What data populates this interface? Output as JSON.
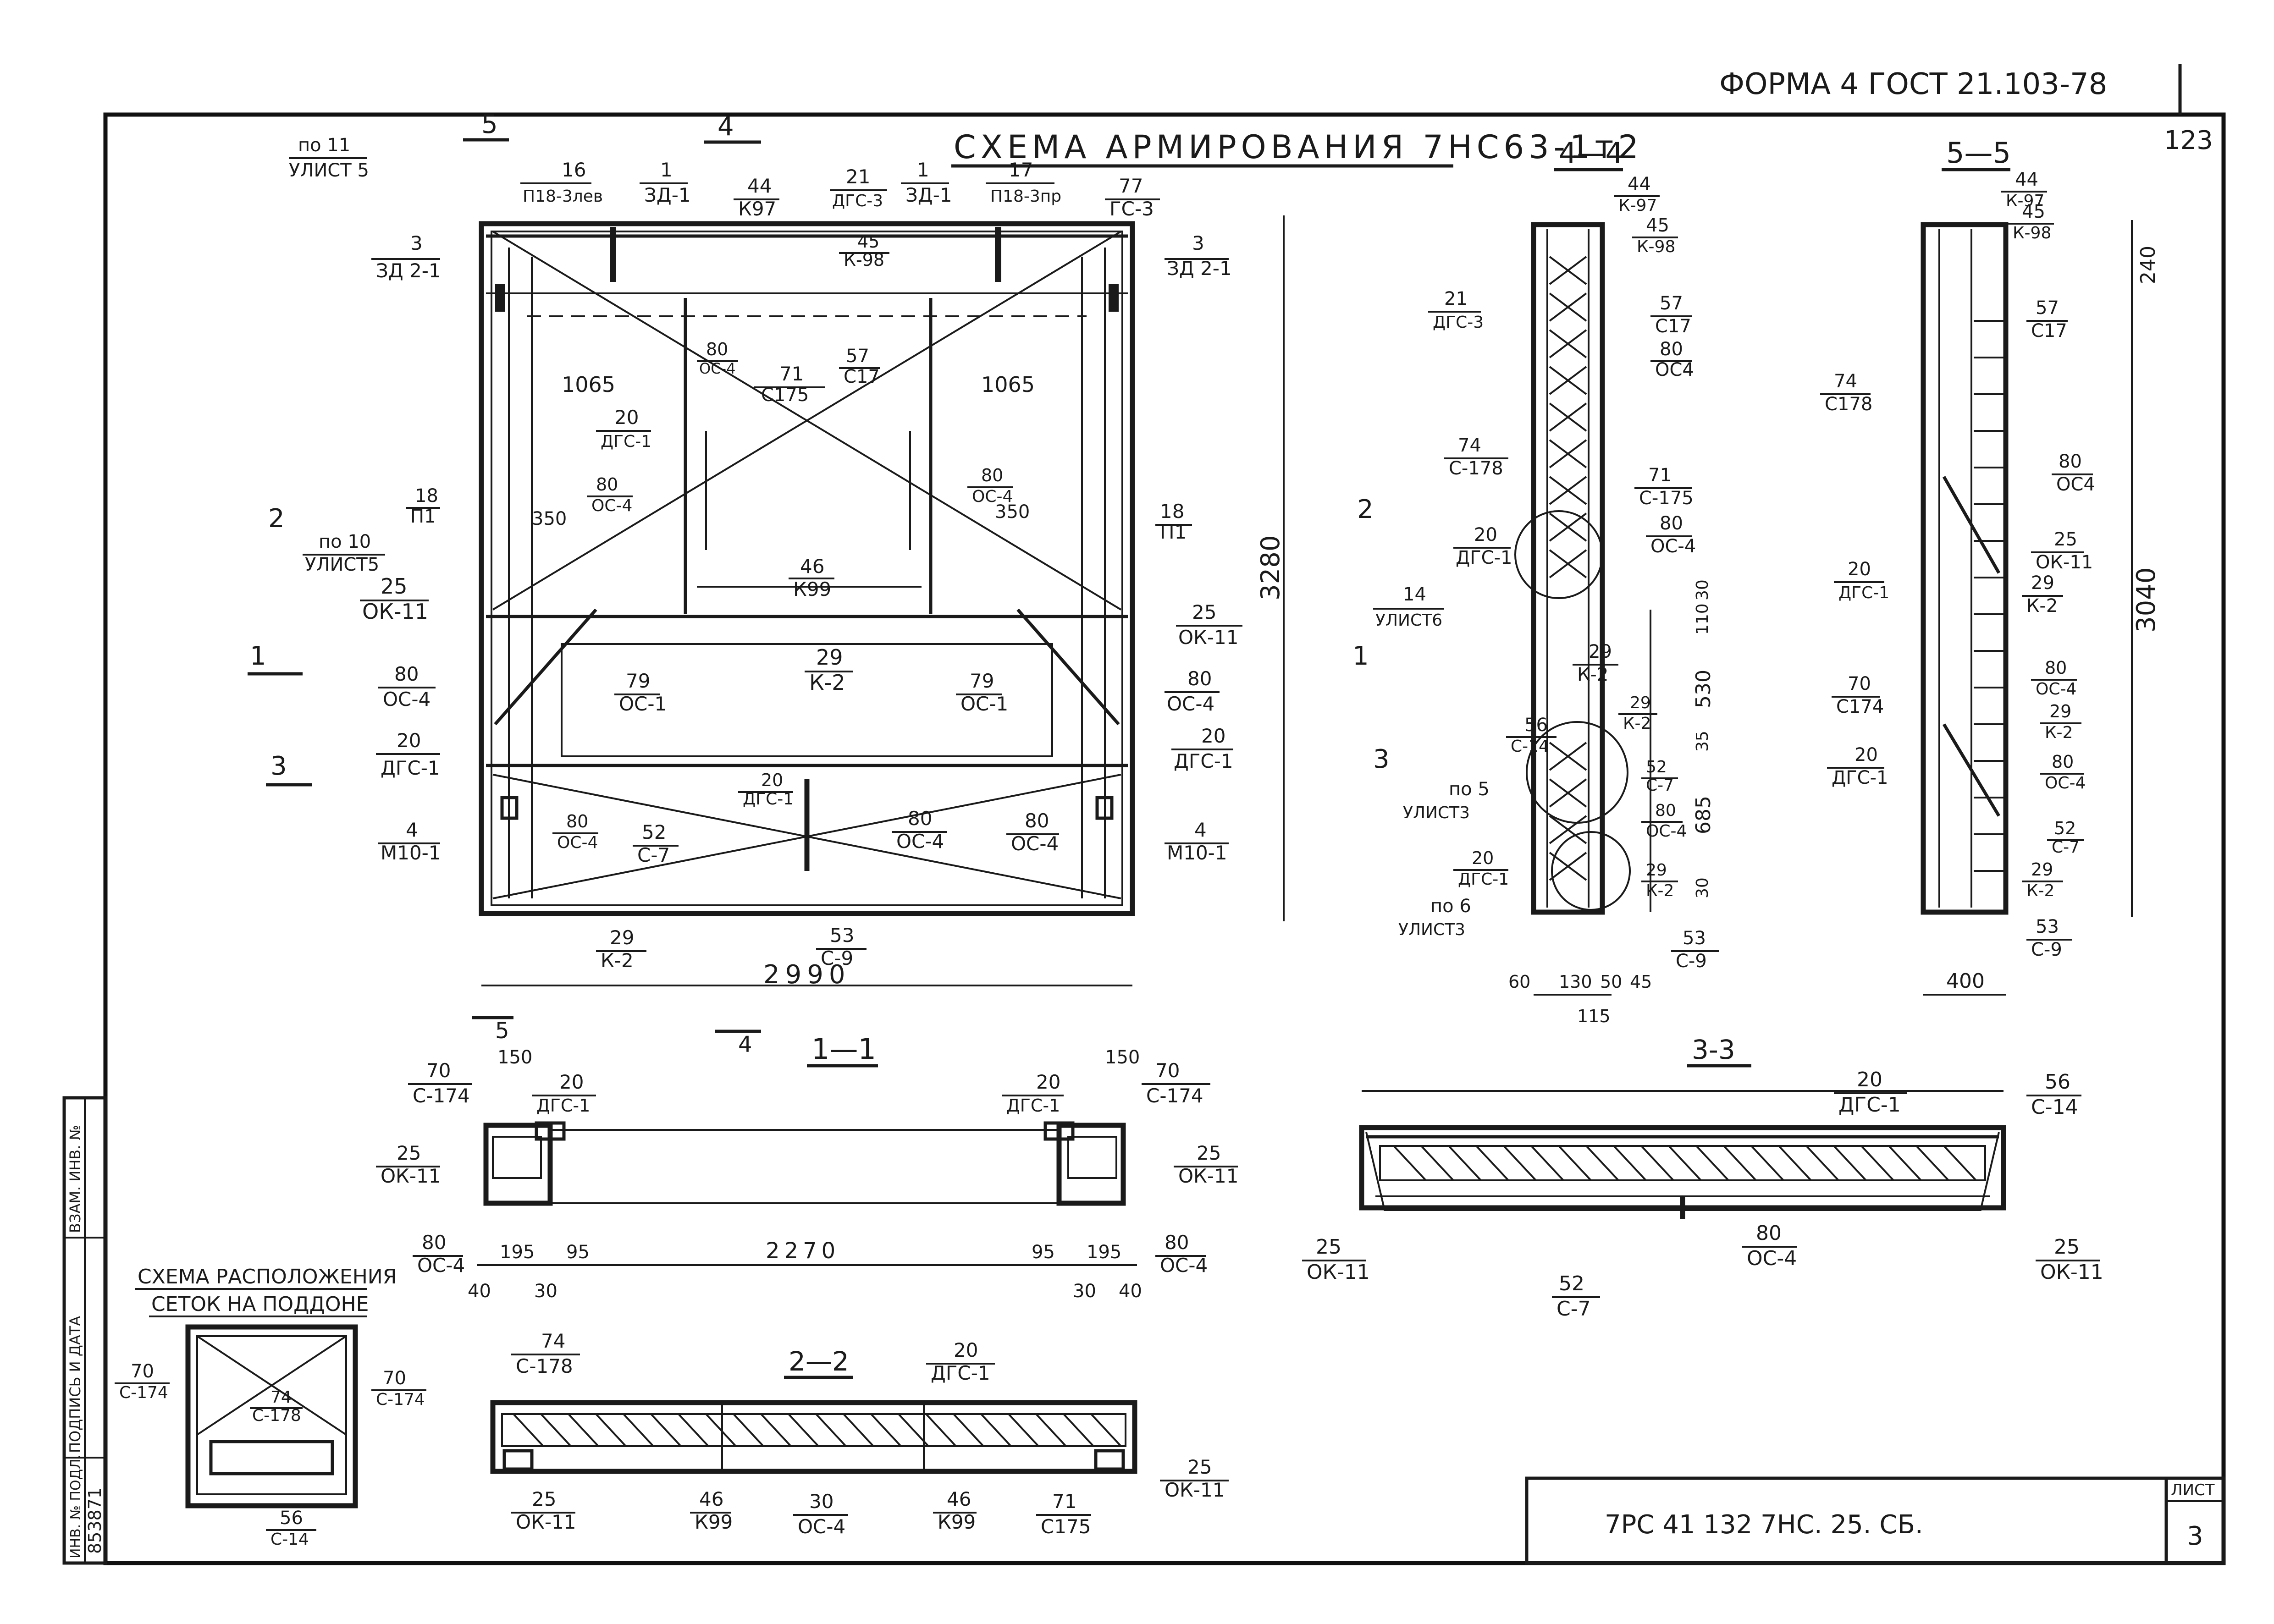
{
  "header": {
    "form_label": "ФОРМА 4 ГОСТ 21.103-78",
    "page_number": "123",
    "main_title": "СХЕМА АРМИРОВАНИЯ 7НС63-1т2"
  },
  "main_view": {
    "cut_marks": {
      "top_left": "5",
      "top_right": "4",
      "bottom_left": "5",
      "bottom_right": "4",
      "left_2": "2",
      "left_1": "1",
      "left_3": "3"
    },
    "refs": {
      "po11_a": "по 11",
      "po11_b": "УЛИСТ 5",
      "po10_a": "по 10",
      "po10_b": "УЛИСТ5"
    },
    "labels": [
      {
        "num": "16",
        "code": "П18-3лев"
      },
      {
        "num": "1",
        "code": "ЗД-1"
      },
      {
        "num": "44",
        "code": "К97"
      },
      {
        "num": "21",
        "code": "ДГС-3"
      },
      {
        "num": "1",
        "code": "ЗД-1"
      },
      {
        "num": "17",
        "code": "П18-3пр"
      },
      {
        "num": "77",
        "code": "ГС-3"
      },
      {
        "num": "45",
        "code": "К-98"
      },
      {
        "num": "3",
        "code": "ЗД 2-1"
      },
      {
        "num": "3",
        "code": "ЗД 2-1"
      },
      {
        "num": "80",
        "code": "ОС-4"
      },
      {
        "num": "57",
        "code": "С17"
      },
      {
        "num": "71",
        "code": "С175"
      },
      {
        "num": "20",
        "code": "ДГС-1"
      },
      {
        "num": "80",
        "code": "ОС-4"
      },
      {
        "num": "80",
        "code": "ОС-4"
      },
      {
        "num": "18",
        "code": "П1"
      },
      {
        "num": "18",
        "code": "П1"
      },
      {
        "num": "25",
        "code": "ОК-11"
      },
      {
        "num": "46",
        "code": "К99"
      },
      {
        "num": "25",
        "code": "ОК-11"
      },
      {
        "num": "29",
        "code": "К-2"
      },
      {
        "num": "79",
        "code": "ОС-1"
      },
      {
        "num": "79",
        "code": "ОС-1"
      },
      {
        "num": "80",
        "code": "ОС-4"
      },
      {
        "num": "80",
        "code": "ОС-4"
      },
      {
        "num": "20",
        "code": "ДГС-1"
      },
      {
        "num": "20",
        "code": "ДГС-1"
      },
      {
        "num": "20",
        "code": "ДГС-1"
      },
      {
        "num": "4",
        "code": "М10-1"
      },
      {
        "num": "80",
        "code": "ОС-4"
      },
      {
        "num": "52",
        "code": "С-7"
      },
      {
        "num": "80",
        "code": "ОС-4"
      },
      {
        "num": "80",
        "code": "ОС-4"
      },
      {
        "num": "4",
        "code": "М10-1"
      },
      {
        "num": "29",
        "code": "К-2"
      },
      {
        "num": "53",
        "code": "С-9"
      }
    ],
    "dims": {
      "w_left": "1065",
      "w_right": "1065",
      "d350_l": "350",
      "d350_r": "350",
      "height": "3280",
      "width": "2990"
    }
  },
  "section_4_4": {
    "title": "4—4",
    "labels": [
      {
        "num": "44",
        "code": "К-97"
      },
      {
        "num": "45",
        "code": "К-98"
      },
      {
        "num": "21",
        "code": "ДГС-3"
      },
      {
        "num": "57",
        "code": "С17"
      },
      {
        "num": "80",
        "code": "ОС4"
      },
      {
        "num": "74",
        "code": "С-178"
      },
      {
        "num": "71",
        "code": "С-175"
      },
      {
        "num": "20",
        "code": "ДГС-1"
      },
      {
        "num": "80",
        "code": "ОС-4"
      },
      {
        "num": "14",
        "code": "УЛИСТ6"
      },
      {
        "num": "29",
        "code": "К-2"
      },
      {
        "num": "56",
        "code": "С-14"
      },
      {
        "num": "29",
        "code": "К-2"
      },
      {
        "num": "52",
        "code": "С-7"
      },
      {
        "num": "80",
        "code": "ОС-4"
      },
      {
        "num": "20",
        "code": "ДГС-1"
      },
      {
        "num": "29",
        "code": "К-2"
      },
      {
        "num": "53",
        "code": "С-9"
      }
    ],
    "refs": {
      "po5_a": "по 5",
      "po5_b": "УЛИСТ3",
      "po6_a": "по 6",
      "po6_b": "УЛИСТ3"
    },
    "dims": {
      "d30": "30",
      "d110": "110",
      "d530": "530",
      "d35": "35",
      "d685": "685",
      "d30b": "30",
      "b60": "60",
      "b130": "130",
      "b50": "50",
      "b45": "45",
      "b115": "115"
    }
  },
  "section_5_5": {
    "title": "5—5",
    "labels": [
      {
        "num": "44",
        "code": "К-97"
      },
      {
        "num": "45",
        "code": "К-98"
      },
      {
        "num": "57",
        "code": "С17"
      },
      {
        "num": "74",
        "code": "С178"
      },
      {
        "num": "80",
        "code": "ОС4"
      },
      {
        "num": "25",
        "code": "ОК-11"
      },
      {
        "num": "20",
        "code": "ДГС-1"
      },
      {
        "num": "29",
        "code": "К-2"
      },
      {
        "num": "70",
        "code": "С174"
      },
      {
        "num": "80",
        "code": "ОС-4"
      },
      {
        "num": "29",
        "code": "К-2"
      },
      {
        "num": "20",
        "code": "ДГС-1"
      },
      {
        "num": "80",
        "code": "ОС-4"
      },
      {
        "num": "52",
        "code": "С-7"
      },
      {
        "num": "29",
        "code": "К-2"
      },
      {
        "num": "53",
        "code": "С-9"
      }
    ],
    "dims": {
      "d240": "240",
      "d3040": "3040",
      "d400": "400"
    }
  },
  "section_1_1": {
    "title": "1—1",
    "labels": [
      {
        "num": "70",
        "code": "С-174"
      },
      {
        "num": "20",
        "code": "ДГС-1"
      },
      {
        "num": "25",
        "code": "ОК-11"
      },
      {
        "num": "80",
        "code": "ОС-4"
      },
      {
        "num": "20",
        "code": "ДГС-1"
      },
      {
        "num": "70",
        "code": "С-174"
      },
      {
        "num": "25",
        "code": "ОК-11"
      },
      {
        "num": "80",
        "code": "ОС-4"
      }
    ],
    "dims": {
      "d150_l": "150",
      "d150_r": "150",
      "d195_l": "195",
      "d95_l": "95",
      "d2270": "2270",
      "d95_r": "95",
      "d195_r": "195",
      "d40_l": "40",
      "d30_l": "30",
      "d30_r": "30",
      "d40_r": "40"
    }
  },
  "section_3_3": {
    "title": "3-3",
    "labels": [
      {
        "num": "20",
        "code": "ДГС-1"
      },
      {
        "num": "56",
        "code": "С-14"
      },
      {
        "num": "25",
        "code": "ОК-11"
      },
      {
        "num": "80",
        "code": "ОС-4"
      },
      {
        "num": "25",
        "code": "ОК-11"
      },
      {
        "num": "52",
        "code": "С-7"
      }
    ]
  },
  "section_2_2": {
    "title": "2—2",
    "labels": [
      {
        "num": "74",
        "code": "С-178"
      },
      {
        "num": "20",
        "code": "ДГС-1"
      },
      {
        "num": "25",
        "code": "ОК-11"
      },
      {
        "num": "46",
        "code": "К99"
      },
      {
        "num": "30",
        "code": "ОС-4"
      },
      {
        "num": "46",
        "code": "К99"
      },
      {
        "num": "71",
        "code": "С175"
      },
      {
        "num": "25",
        "code": "ОК-11"
      }
    ]
  },
  "mesh_scheme": {
    "title_1": "СХЕМА РАСПОЛОЖЕНИЯ",
    "title_2": "СЕТОК НА ПОДДОНЕ",
    "labels": [
      {
        "num": "70",
        "code": "С-174"
      },
      {
        "num": "74",
        "code": "С-178"
      },
      {
        "num": "70",
        "code": "С-174"
      },
      {
        "num": "56",
        "code": "С-14"
      }
    ]
  },
  "side_stamp": {
    "col1": "ИНВ. № ПОДЛ.",
    "col2": "ПОДПИСЬ И ДАТА",
    "col3": "ВЗАМ. ИНВ. №",
    "number": "853871"
  },
  "title_block": {
    "designation": "7РС 41 132   7НС. 25. СБ.",
    "sheet_label": "ЛИСТ",
    "sheet_number": "3"
  }
}
